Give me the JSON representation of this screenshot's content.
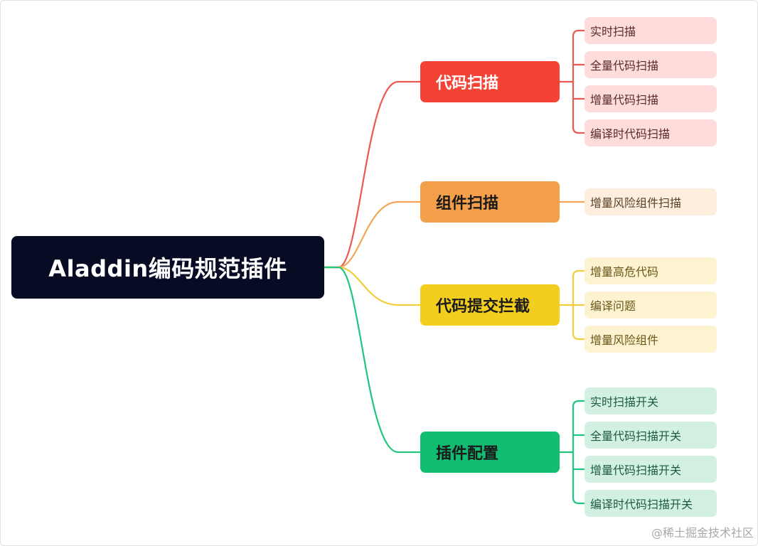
{
  "root": {
    "label": "Aladdin编码规范插件",
    "color": "#070b24"
  },
  "branches": [
    {
      "label": "代码扫描",
      "color": "#f44336",
      "line_color": "#ea5a52",
      "leaves": [
        "实时扫描",
        "全量代码扫描",
        "增量代码扫描",
        "编译时代码扫描"
      ]
    },
    {
      "label": "组件扫描",
      "color": "#f4a04b",
      "line_color": "#f4a55a",
      "leaves": [
        "增量风险组件扫描"
      ]
    },
    {
      "label": "代码提交拦截",
      "color": "#f2cf1f",
      "line_color": "#f0cf3a",
      "leaves": [
        "增量高危代码",
        "编译问题",
        "增量风险组件"
      ]
    },
    {
      "label": "插件配置",
      "color": "#12bd72",
      "line_color": "#22c47e",
      "leaves": [
        "实时扫描开关",
        "全量代码扫描开关",
        "增量代码扫描开关",
        "编译时代码扫描开关"
      ]
    }
  ],
  "watermark": "@稀土掘金技术社区"
}
